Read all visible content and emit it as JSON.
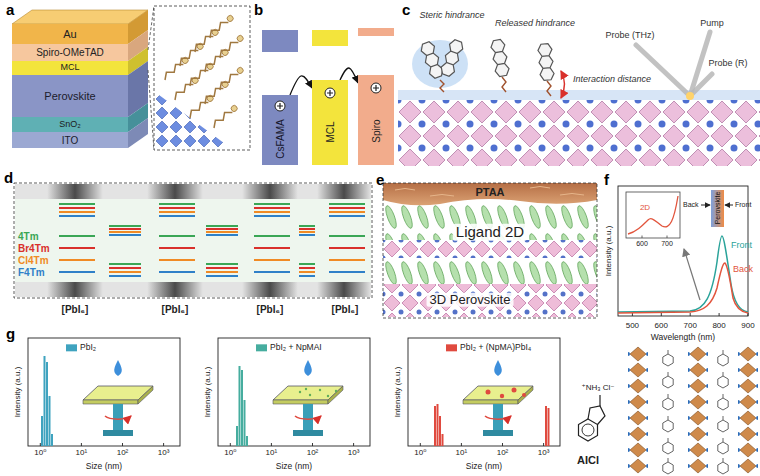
{
  "diagram": {
    "nodes": [
      {
        "text": [
          "Au"
        ]
      },
      {
        "text": [
          "Spiro-OMeTAD"
        ]
      },
      {
        "text": [
          "MCL"
        ]
      },
      {
        "text": [
          "Perovskite"
        ]
      },
      {
        "text": [
          "SnO₂"
        ]
      },
      {
        "text": [
          "ITO"
        ]
      },
      {
        "text": [
          "CsFAMA"
        ]
      },
      {
        "text": [
          "MCL"
        ]
      },
      {
        "text": [
          "Spiro"
        ]
      },
      {
        "text": [
          "Perovskite"
        ]
      }
    ],
    "edges": [
      {
        "from": 6,
        "to": 7,
        "arrow": "to"
      },
      {
        "from": 7,
        "to": 8,
        "arrow": "to"
      }
    ],
    "labels": [
      "a",
      "b",
      "c",
      "d",
      "e",
      "f",
      "g",
      "Steric hindrance",
      "Released hindrance",
      "Interaction distance",
      "Pump",
      "Probe (THz)",
      "Probe (R)",
      "4Tm",
      "Br4Tm",
      "Cl4Tm",
      "F4Tm",
      "[PbI₆]",
      "[PbI₆]",
      "[PbI₆]",
      "[PbI₆]",
      "PTAA",
      "Ligand 2D",
      "3D Perovskite",
      "Intensity (a.u.)",
      "Wavelength (nm)",
      "500",
      "600",
      "700",
      "800",
      "900",
      "2D",
      "600",
      "700",
      "Back",
      "Front",
      "Front",
      "Back",
      "Intensity (a.u.)",
      "Size (nm)",
      "10⁰",
      "10¹",
      "10²",
      "10³",
      "Intensity (a.u.)",
      "Size (nm)",
      "10⁰",
      "10¹",
      "10²",
      "10³",
      "Intensity (a.u.)",
      "Size (nm)",
      "10⁰",
      "10¹",
      "10²",
      "10³",
      "⁺NH₃ Cl⁻",
      "AICl"
    ],
    "legend": [
      {
        "text": "PbI₂",
        "color": "#3fa3bf"
      },
      {
        "text": "PbI₂ + NpMAI",
        "color": "#46ad9f"
      },
      {
        "text": "PbI₂ + (NpMA)PbI₄",
        "color": "#e04a3f"
      }
    ]
  }
}
